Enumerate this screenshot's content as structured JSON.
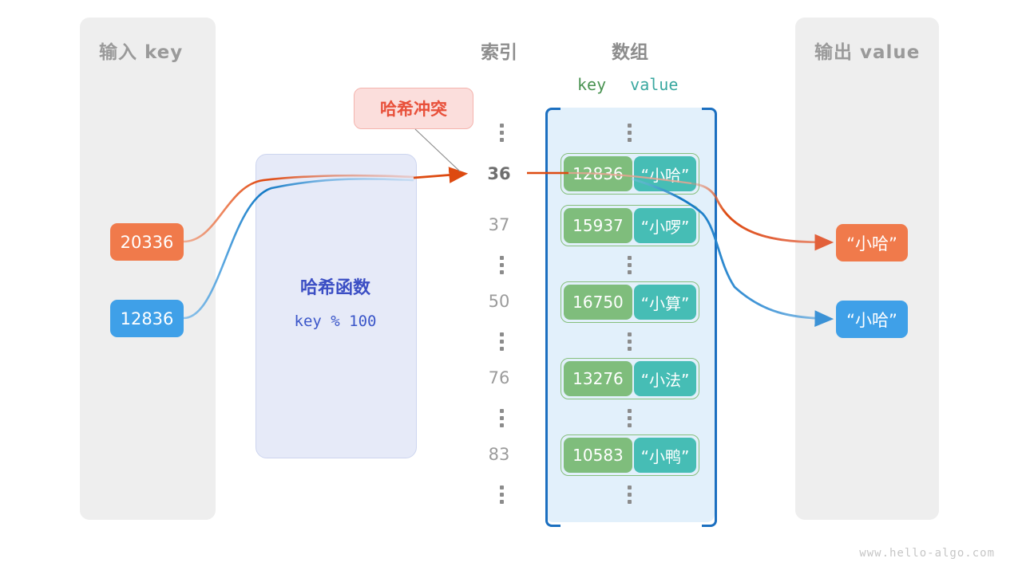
{
  "watermark": "www.hello-algo.com",
  "input_panel": {
    "title": "输入 key"
  },
  "output_panel": {
    "title": "输出 value"
  },
  "columns": {
    "index_title": "索引",
    "array_title": "数组",
    "key_head": "key",
    "value_head": "value"
  },
  "hash_function": {
    "name": "哈希函数",
    "expression": "key % 100"
  },
  "collision": {
    "label": "哈希冲突"
  },
  "inputs": [
    {
      "value": "20336",
      "color": "#f07a4b"
    },
    {
      "value": "12836",
      "color": "#3fa0e8"
    }
  ],
  "outputs": [
    {
      "value": "“小哈”",
      "color": "#f07a4b"
    },
    {
      "value": "“小哈”",
      "color": "#3fa0e8"
    }
  ],
  "buckets": [
    {
      "index": "36",
      "key": "12836",
      "value": "“小哈”",
      "highlight": true
    },
    {
      "index": "37",
      "key": "15937",
      "value": "“小啰”",
      "highlight": false
    },
    {
      "index": "50",
      "key": "16750",
      "value": "“小算”",
      "highlight": false
    },
    {
      "index": "76",
      "key": "13276",
      "value": "“小法”",
      "highlight": false
    },
    {
      "index": "83",
      "key": "10583",
      "value": "“小鸭”",
      "highlight": false
    }
  ],
  "colors": {
    "panel_bg": "#eeeeee",
    "array_bg": "#e2f0fb",
    "bracket": "#1b6fc0",
    "cell_key": "#7fbd7c",
    "cell_value": "#46bdb5",
    "hash_bg": "#e6eaf8",
    "hash_text": "#3b4ec4",
    "collision_bg": "#fbdedc",
    "collision_text": "#e8503a",
    "orange": "#f07a4b",
    "blue": "#3fa0e8"
  }
}
